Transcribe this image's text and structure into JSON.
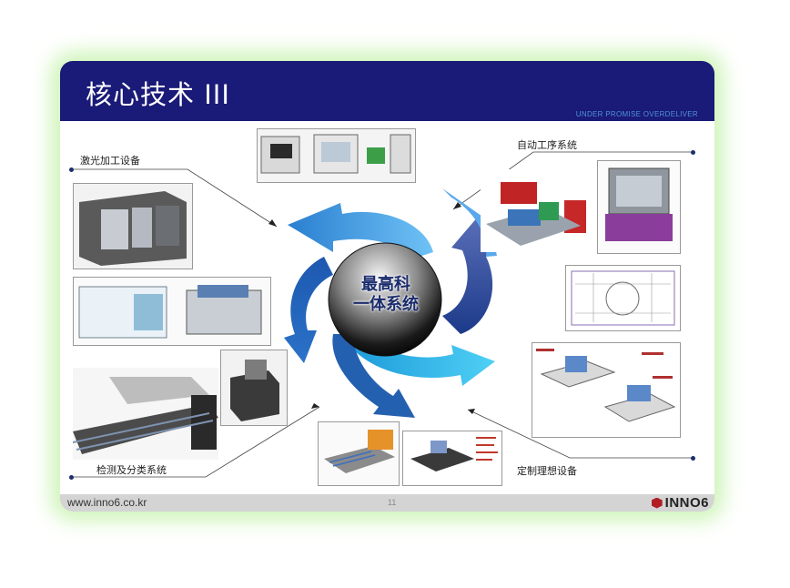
{
  "slide": {
    "title": "核心技术 III",
    "tagline": "UNDER PROMISE OVERDELIVER",
    "center_line1": "最高科",
    "center_line2": "一体系统"
  },
  "labels": {
    "laser": "激光加工设备",
    "automation": "自动工序系统",
    "inspection": "检测及分类系统",
    "custom": "定制理想设备"
  },
  "footer": {
    "url": "www.inno6.co.kr",
    "page": "11",
    "logo_text": "INNO6"
  },
  "colors": {
    "header": "#1a1a78",
    "accent_blue": "#4f93d8",
    "logo_red": "#b01e23"
  }
}
